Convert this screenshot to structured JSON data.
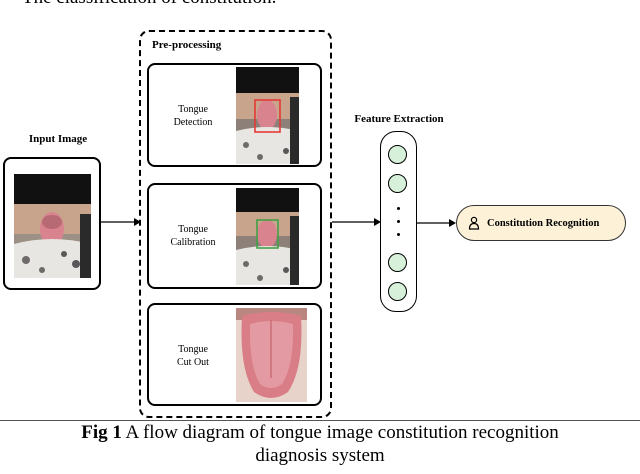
{
  "top_text": "The classification of constitution.",
  "labels": {
    "input_image": "Input Image",
    "pre_processing": "Pre-processing",
    "feature_extraction": "Feature Extraction",
    "detection": [
      "Tongue",
      "Detection"
    ],
    "calibration": [
      "Tongue",
      "Calibration"
    ],
    "cut_out": [
      "Tongue",
      "Cut Out"
    ],
    "constitution": "Constitution Recognition"
  },
  "caption": {
    "prefix": "Fig 1",
    "line1": " A flow diagram of tongue image constitution recognition",
    "line2": "diagnosis system"
  },
  "colors": {
    "node_fill": "#d7f0d9",
    "pill_fill": "#fdf2d8",
    "detect_box": "#e53935",
    "calib_box": "#43a047"
  },
  "icons": {
    "constitution": "person-icon"
  }
}
